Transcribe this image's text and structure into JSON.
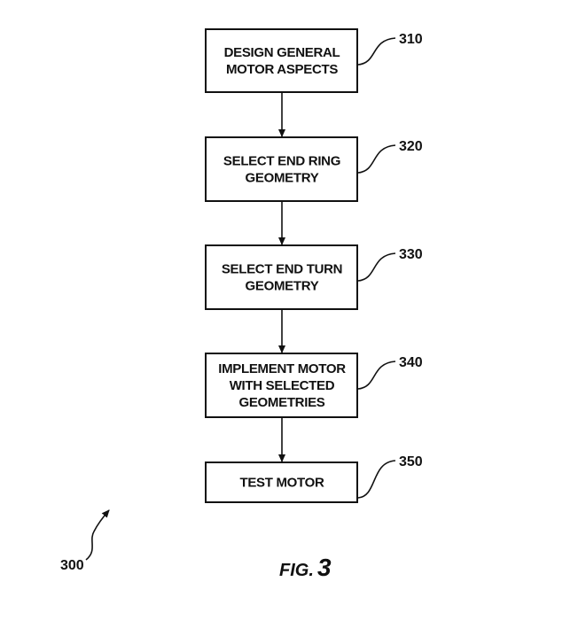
{
  "figure": {
    "number_label": "300",
    "caption_prefix": "FIG.",
    "caption_number": "3"
  },
  "steps": [
    {
      "ref": "310",
      "lines": [
        "DESIGN GENERAL",
        "MOTOR ASPECTS"
      ]
    },
    {
      "ref": "320",
      "lines": [
        "SELECT END RING",
        "GEOMETRY"
      ]
    },
    {
      "ref": "330",
      "lines": [
        "SELECT END TURN",
        "GEOMETRY"
      ]
    },
    {
      "ref": "340",
      "lines": [
        "IMPLEMENT MOTOR",
        "WITH SELECTED",
        "GEOMETRIES"
      ]
    },
    {
      "ref": "350",
      "lines": [
        "TEST MOTOR"
      ]
    }
  ],
  "colors": {
    "stroke": "#111111",
    "text": "#111111",
    "background": "#ffffff"
  }
}
